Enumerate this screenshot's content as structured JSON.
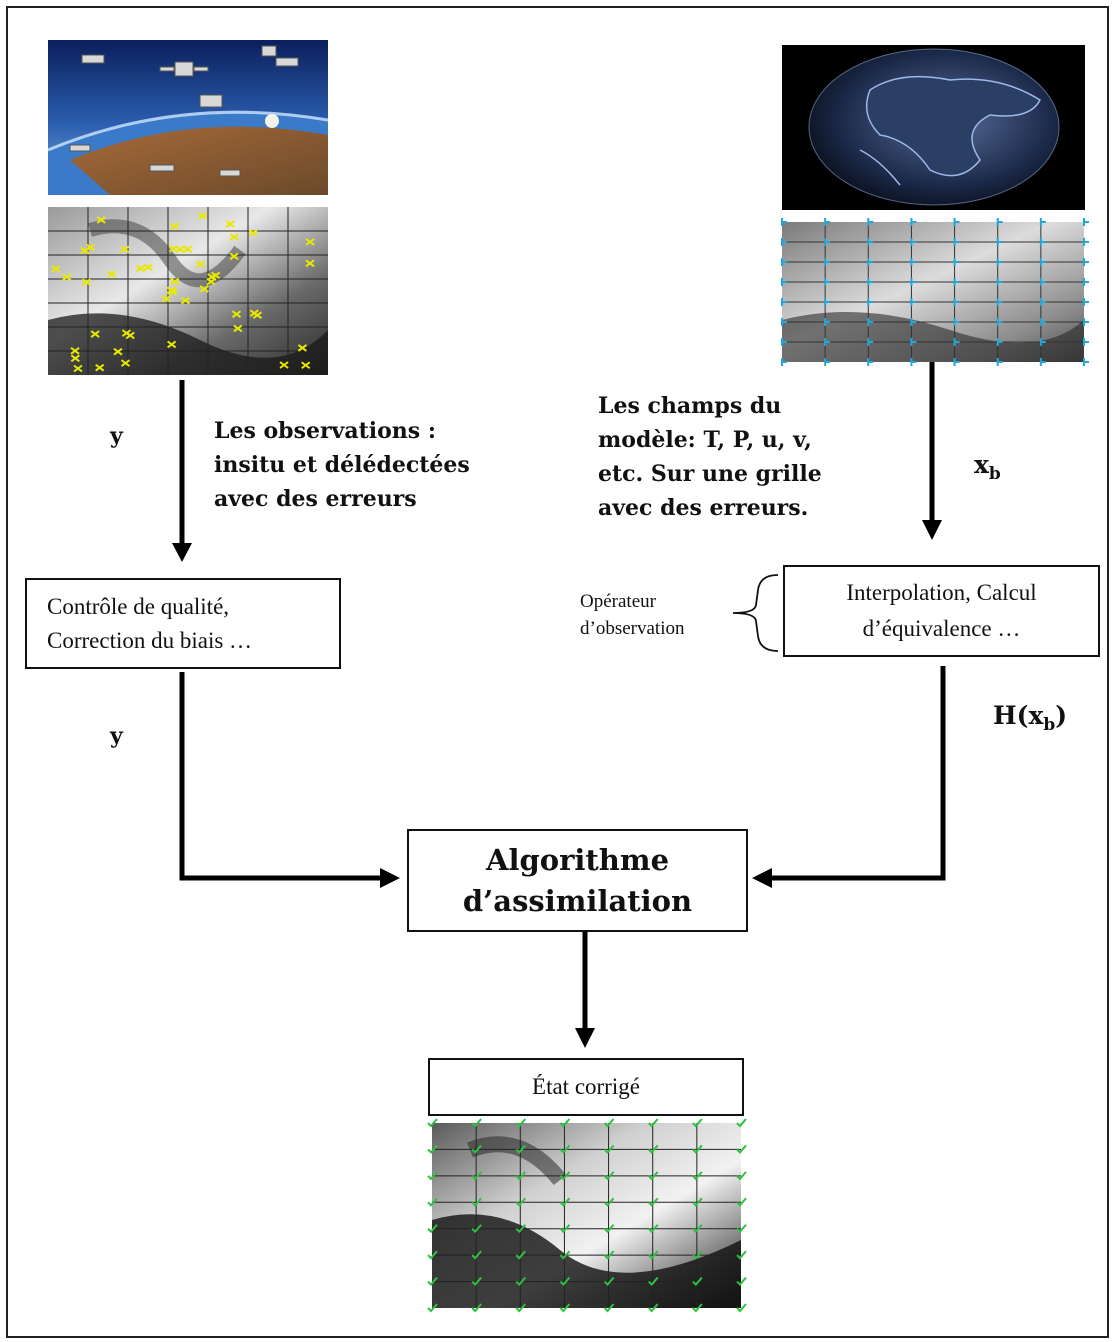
{
  "left": {
    "description_lines": [
      "Les observations :",
      "insitu et délédectées",
      "avec des erreurs"
    ],
    "var_top": "y",
    "var_bottom": "y",
    "qc_lines": [
      "Contrôle de qualité,",
      "Correction du biais …"
    ]
  },
  "right": {
    "description_lines": [
      "Les champs du",
      "modèle: T, P, u, v,",
      "etc. Sur une grille",
      "avec des erreurs."
    ],
    "var_xb": "x",
    "var_xb_sub": "b",
    "operator_lines": [
      "Opérateur",
      "d’observation"
    ],
    "interp_lines": [
      "Interpolation, Calcul",
      "d’équivalence …"
    ],
    "hxb_prefix": "H(x",
    "hxb_sub": "b",
    "hxb_suffix": ")"
  },
  "center": {
    "algo_lines": [
      "Algorithme",
      "d’assimilation"
    ],
    "result": "État corrigé"
  },
  "images": {
    "observing_system": "satellite-illustration",
    "observation_grid": "satellite-grid-yellow-crosses",
    "model_globe": "globe-wireframe",
    "model_grid": "satellite-grid-blue-markers",
    "corrected_grid": "satellite-grid-green-checks"
  },
  "colors": {
    "obs_marker": "#e8e800",
    "model_marker": "#1fa8d8",
    "corrected_marker": "#2fc040"
  }
}
